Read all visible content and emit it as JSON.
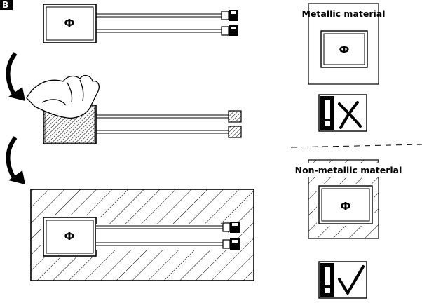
{
  "step_badge": "B",
  "labels": {
    "metallic": "Metallic material",
    "non_metallic": "Non-metallic material"
  },
  "icons": {
    "power": "power-icon",
    "warning": "exclamation-icon",
    "wrong": "cross-mark-icon",
    "right": "check-mark-icon",
    "rotate": "rotate-arrow-icon",
    "hand": "hand-icon",
    "connector": "connector-plug-icon"
  },
  "glyphs": {
    "power": "Ф",
    "warning": "!"
  },
  "colors": {
    "ink": "#000000",
    "paper": "#ffffff"
  }
}
